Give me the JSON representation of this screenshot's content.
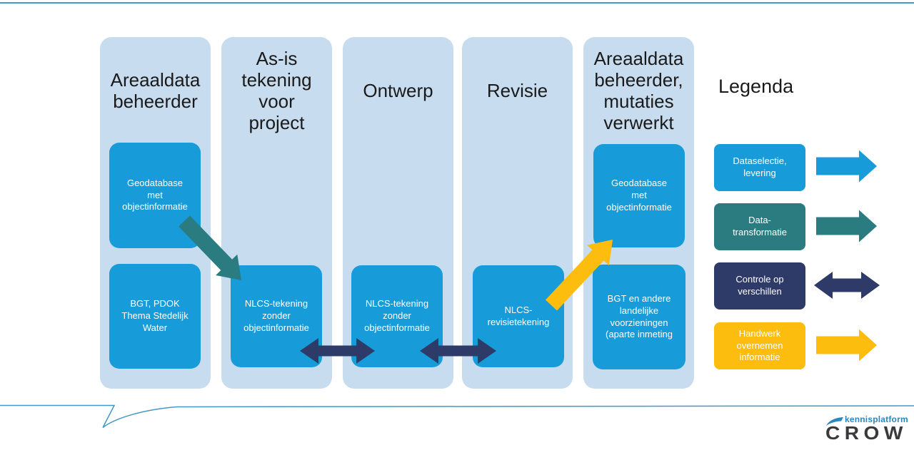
{
  "colors": {
    "column_bg": "#C8DCEF",
    "box_blue": "#189CD9",
    "teal": "#2B7C80",
    "navy": "#2E3A67",
    "yellow": "#FDBD0E",
    "line_blue": "#4099C6",
    "logo_blue": "#2B87BF",
    "logo_dark": "#3A3A3C"
  },
  "diagram": {
    "columns": [
      {
        "title": "Areaaldata\nbeheerder",
        "boxes": [
          "Geodatabase\nmet\nobjectinformatie",
          "BGT, PDOK\nThema Stedelijk\nWater"
        ]
      },
      {
        "title": "As-is\ntekening\nvoor\nproject",
        "boxes": [
          "NLCS-tekening\nzonder\nobjectinformatie"
        ]
      },
      {
        "title": "Ontwerp",
        "boxes": [
          "NLCS-tekening\nzonder\nobjectinformatie"
        ]
      },
      {
        "title": "Revisie",
        "boxes": [
          "NLCS-\nrevisietekening"
        ]
      },
      {
        "title": "Areaaldata\nbeheerder,\nmutaties\nverwerkt",
        "boxes": [
          "Geodatabase\nmet\nobjectinformatie",
          "BGT en andere\nlandelijke\nvoorzieningen\n(aparte inmeting"
        ]
      }
    ]
  },
  "legend": {
    "title": "Legenda",
    "items": [
      {
        "label": "Dataselectie,\nlevering",
        "color": "#189CD9",
        "arrow": "right"
      },
      {
        "label": "Data-\ntransformatie",
        "color": "#2B7C80",
        "arrow": "right"
      },
      {
        "label": "Controle op\nverschillen",
        "color": "#2E3A67",
        "arrow": "double"
      },
      {
        "label": "Handwerk\novernemen\ninformatie",
        "color": "#FDBD0E",
        "arrow": "right"
      }
    ]
  },
  "logo": {
    "kicker": "kennisplatform",
    "brand": "CROW"
  }
}
